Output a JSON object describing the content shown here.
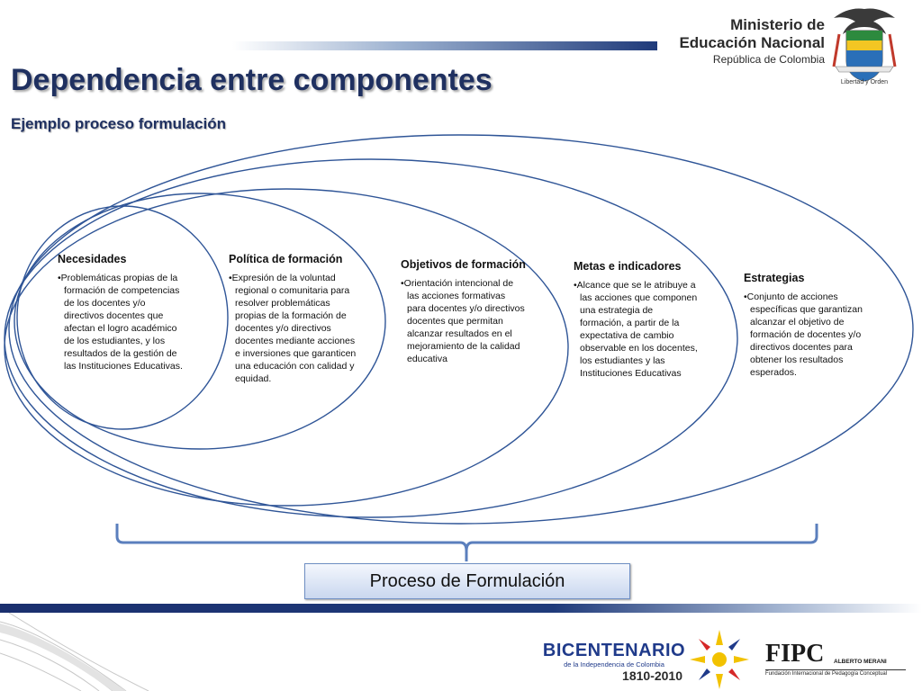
{
  "header": {
    "ministry_line1": "Ministerio de",
    "ministry_line2": "Educación Nacional",
    "ministry_line3": "República de Colombia",
    "crest_motto": "Libertad y Orden"
  },
  "title": "Dependencia entre componentes",
  "subtitle": "Ejemplo proceso formulación",
  "components": [
    {
      "heading": "Necesidades",
      "text": "•Problemáticas propias de la formación de competencias de los docentes y/o directivos docentes que afectan el logro académico de los estudiantes, y los resultados de la gestión de las Instituciones Educativas."
    },
    {
      "heading": "Política de formación",
      "text": "•Expresión de la voluntad regional o comunitaria para resolver problemáticas propias de la formación de docentes y/o directivos docentes mediante acciones e inversiones que garanticen una educación con calidad y equidad."
    },
    {
      "heading": "Objetivos de formación",
      "text": "•Orientación intencional de las acciones formativas para docentes y/o directivos docentes que permitan alcanzar resultados en el mejoramiento de la calidad educativa"
    },
    {
      "heading": "Metas e indicadores",
      "text": "•Alcance que se le atribuye a las acciones que componen una estrategia de formación, a partir de la expectativa de cambio observable en los docentes, los estudiantes y las Instituciones Educativas"
    },
    {
      "heading": "Estrategias",
      "text": "•Conjunto de acciones específicas que garantizan alcanzar el objetivo de formación de docentes y/o directivos docentes para obtener los resultados esperados."
    }
  ],
  "process_label": "Proceso de Formulación",
  "footer": {
    "bicentenario_title": "BICENTENARIO",
    "bicentenario_sub": "de la Independencia de Colombia",
    "bicentenario_years": "1810-2010",
    "fipc_logo": "FIPC",
    "fipc_name": "ALBERTO MERANI",
    "fipc_full": "Fundación Internacional de Pedagogía Conceptual"
  },
  "colors": {
    "title": "#1f3060",
    "ellipse_stroke": "#2f5597",
    "process_border": "#6f8fc4",
    "bar_dark": "#1f3a7a"
  }
}
